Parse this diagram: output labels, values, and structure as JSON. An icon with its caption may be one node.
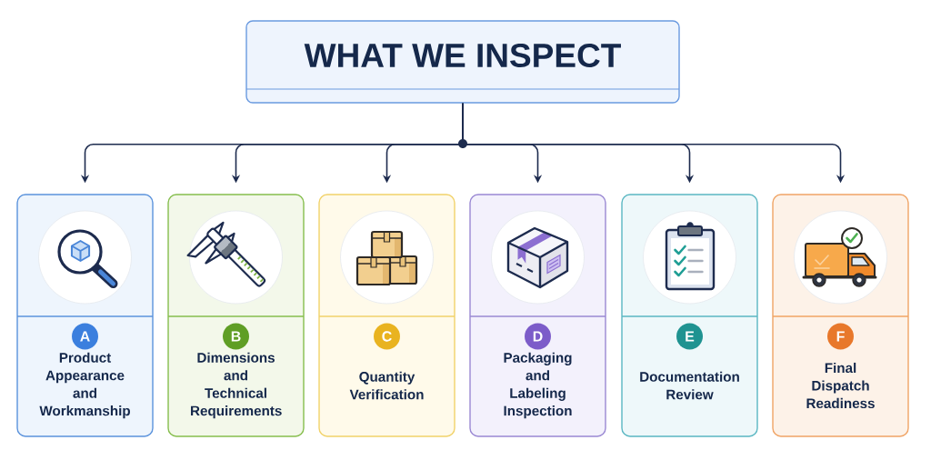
{
  "diagram": {
    "nodes": [
      {
        "text": [
          "WHAT WE INSPECT"
        ]
      },
      {
        "text": [
          "Product Appearance and Workmanship"
        ]
      },
      {
        "text": [
          "A"
        ],
        "in": 1
      },
      {
        "text": [
          "Dimensions and Technical Requirements"
        ]
      },
      {
        "text": [
          "B"
        ],
        "in": 3
      },
      {
        "text": [
          "Quantity Verification"
        ]
      },
      {
        "text": [
          "C"
        ],
        "in": 5
      },
      {
        "text": [
          "Packaging and Labeling Inspection"
        ]
      },
      {
        "text": [
          "D"
        ],
        "in": 7
      },
      {
        "text": [
          "Documentation Review"
        ]
      },
      {
        "text": [
          "E"
        ],
        "in": 9
      },
      {
        "text": [
          "Final Dispatch Readiness"
        ]
      },
      {
        "text": [
          "F"
        ],
        "in": 11
      }
    ],
    "edges": [
      {
        "from": 0,
        "to": 1,
        "arrow": "to"
      },
      {
        "from": 0,
        "to": 3,
        "arrow": "to"
      },
      {
        "from": 0,
        "to": 5,
        "arrow": "to"
      },
      {
        "from": 0,
        "to": 7,
        "arrow": "to"
      },
      {
        "from": 0,
        "to": 9,
        "arrow": "to"
      },
      {
        "from": 0,
        "to": 11,
        "arrow": "to"
      }
    ]
  }
}
